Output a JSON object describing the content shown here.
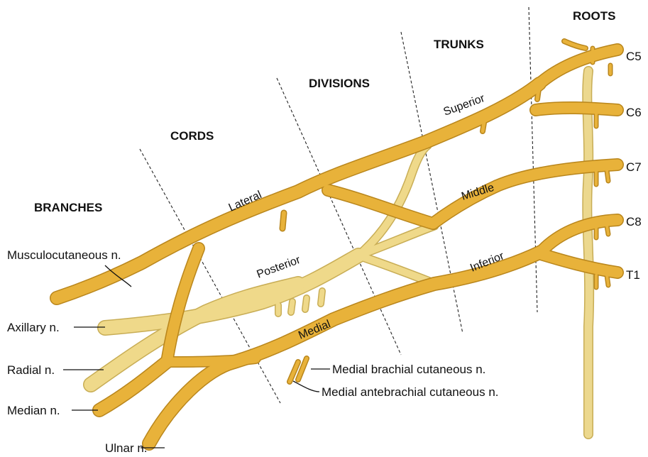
{
  "headers": {
    "roots": "ROOTS",
    "trunks": "TRUNKS",
    "divisions": "DIVISIONS",
    "cords": "CORDS",
    "branches": "BRANCHES"
  },
  "roots": [
    "C5",
    "C6",
    "C7",
    "C8",
    "T1"
  ],
  "trunks": {
    "superior": "Superior",
    "middle": "Middle",
    "inferior": "Inferior"
  },
  "cords": {
    "lateral": "Lateral",
    "posterior": "Posterior",
    "medial": "Medial"
  },
  "branches": {
    "musculocutaneous": "Musculocutaneous n.",
    "axillary": "Axillary n.",
    "radial": "Radial n.",
    "median": "Median n.",
    "ulnar": "Ulnar n.",
    "medial_brachial_cutaneous": "Medial brachial cutaneous n.",
    "medial_antebrachial_cutaneous": "Medial antebrachial cutaneous n."
  },
  "colors": {
    "nerve": "#e8b23a",
    "nerve_edge": "#b9861c",
    "posterior": "#efd98a",
    "posterior_edge": "#c8ad55",
    "sympathetic": "#ecd88e"
  }
}
